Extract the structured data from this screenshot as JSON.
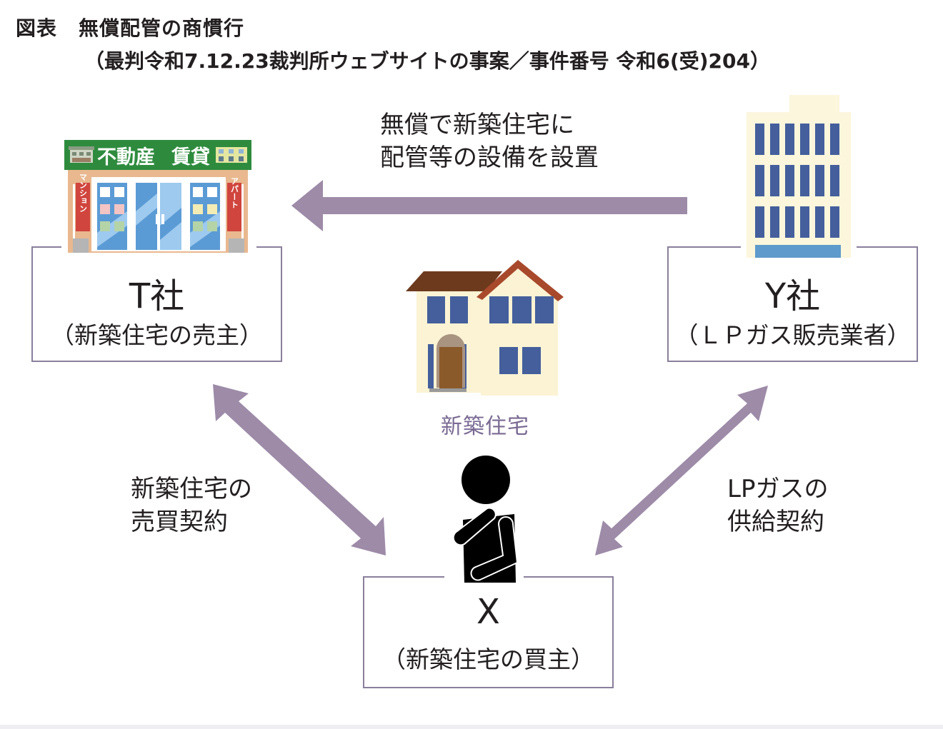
{
  "figure": {
    "label": "図表",
    "title": "無償配管の商慣行",
    "subtitle": "（最判令和7.12.23裁判所ウェブサイトの事案／事件番号 令和6(受)204）"
  },
  "colors": {
    "arrow": "#9d8ba8",
    "box_border": "#8a7f9c",
    "house_label": "#7a6a93",
    "store_sign_green": "#2e8b3e",
    "window_blue": "#445f9c",
    "building_cream": "#fbf6dc"
  },
  "parties": {
    "t": {
      "name": "T社",
      "role": "（新築住宅の売主）",
      "icon": "real-estate-store-icon"
    },
    "y": {
      "name": "Y社",
      "role": "（ＬＰガス販売業者）",
      "icon": "office-building-icon"
    },
    "x": {
      "name": "X",
      "role": "（新築住宅の買主）",
      "icon": "thinking-person-icon"
    }
  },
  "store": {
    "sign_left": "不動産",
    "sign_right": "賃貸",
    "banner_left": "マンション",
    "banner_right": "アパート"
  },
  "house": {
    "label": "新築住宅",
    "icon": "house-icon"
  },
  "relations": {
    "y_to_t": {
      "line1": "無償で新築住宅に",
      "line2": "配管等の設備を設置",
      "direction": "Y→T"
    },
    "t_x": {
      "line1": "新築住宅の",
      "line2": "売買契約",
      "direction": "T↔X"
    },
    "y_x": {
      "line1": "LPガスの",
      "line2": "供給契約",
      "direction": "Y↔X"
    }
  }
}
